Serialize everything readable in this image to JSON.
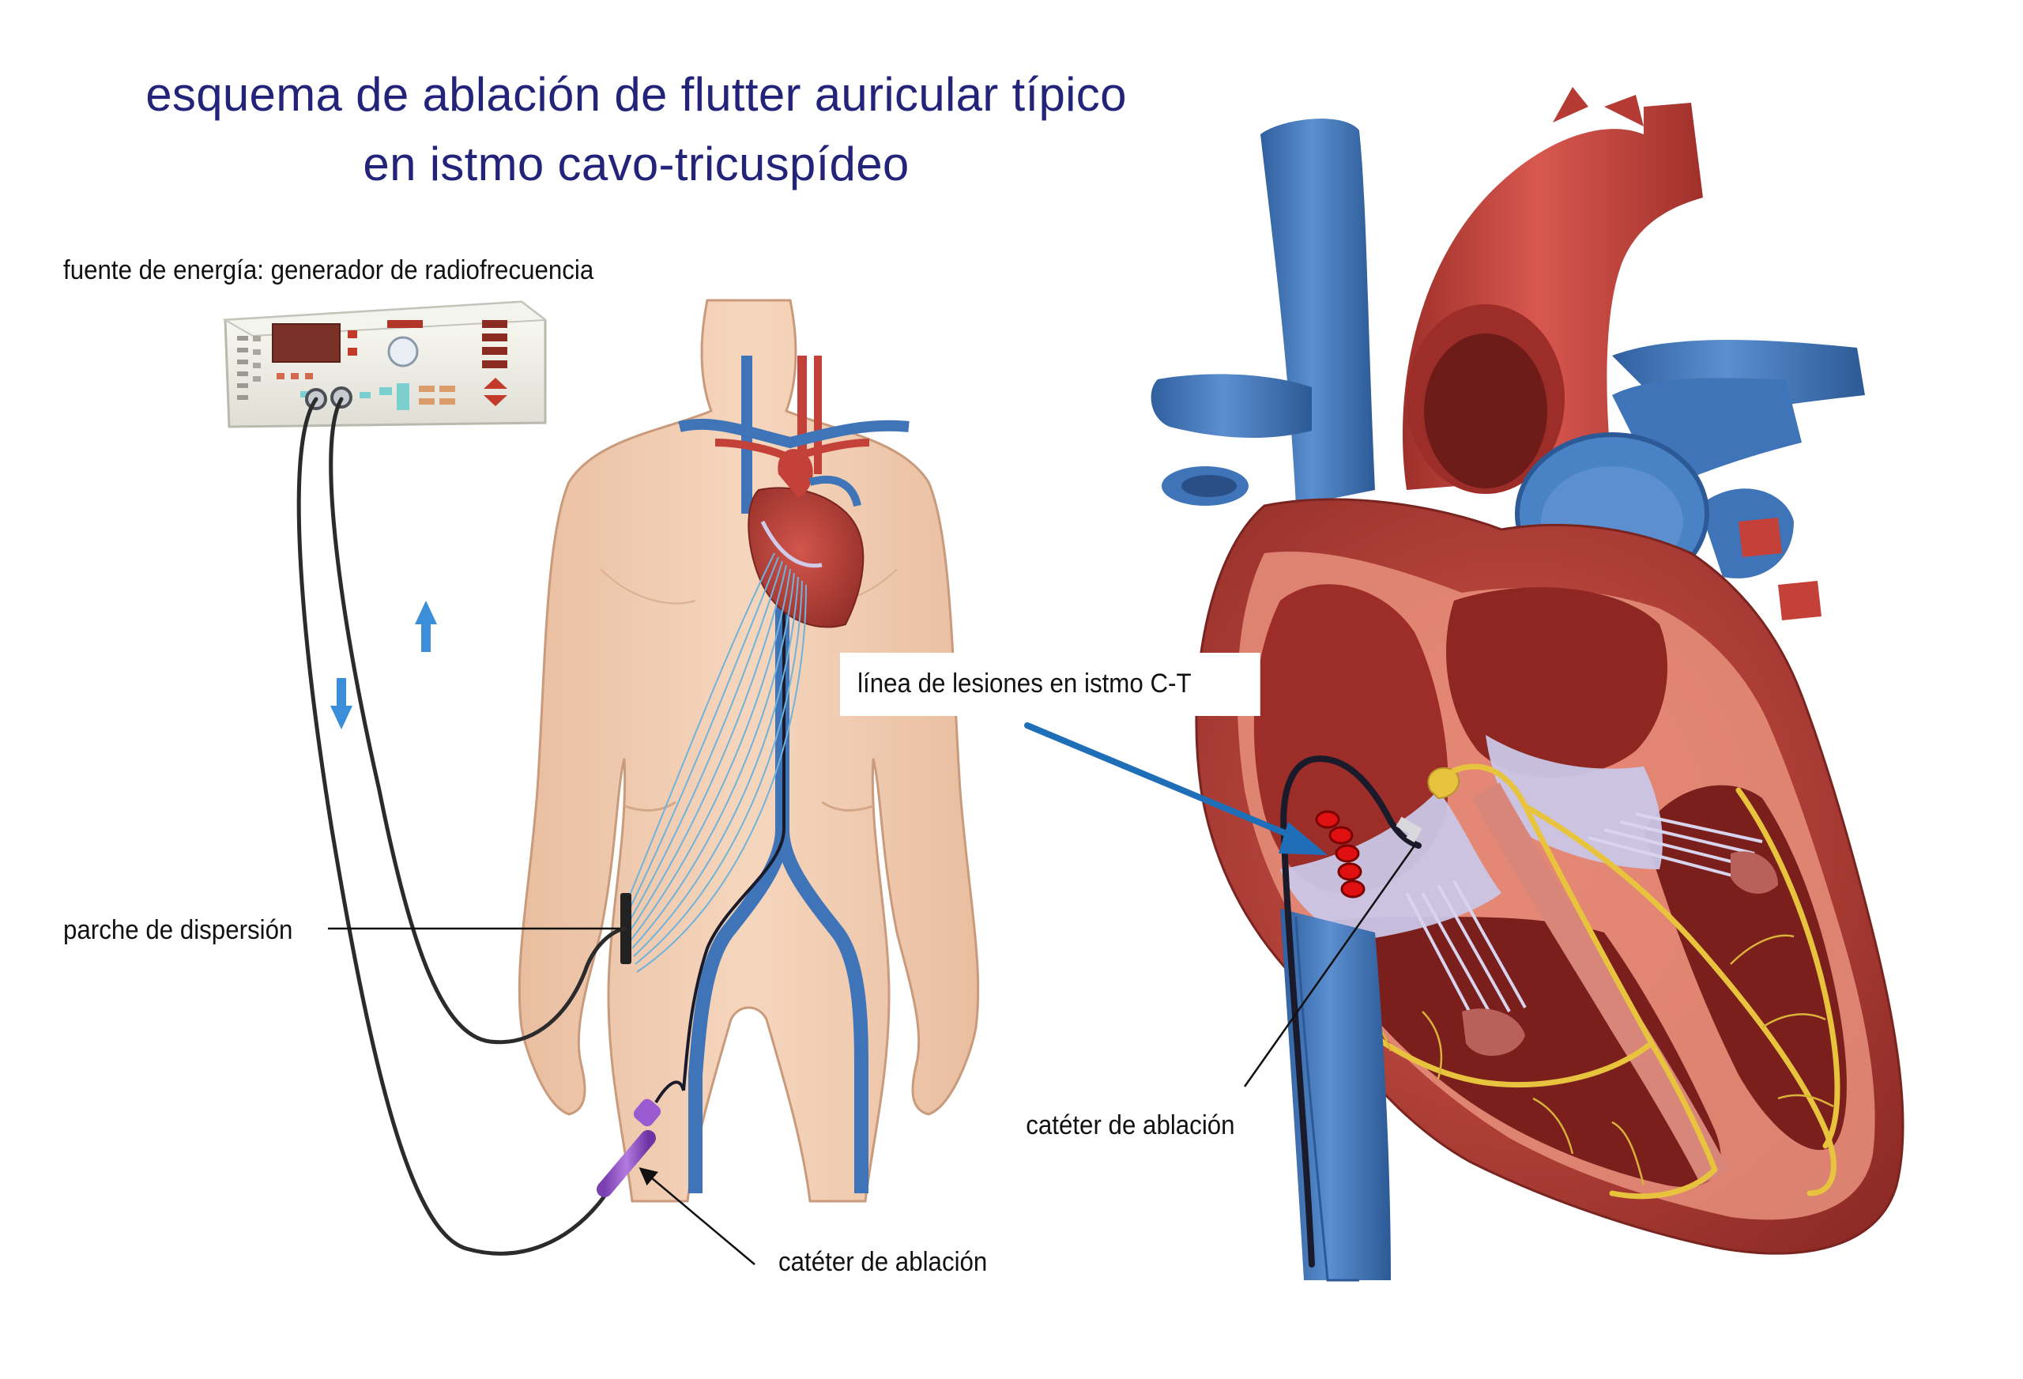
{
  "title": {
    "line1": "esquema de ablación de flutter auricular típico",
    "line2": "en istmo cavo-tricuspídeo"
  },
  "labels": {
    "energy_source": "fuente de energía: generador de radiofrecuencia",
    "dispersion_patch": "parche de dispersión",
    "catheter_body": "catéter de ablación",
    "lesion_line": "línea de lesiones en istmo C-T",
    "catheter_heart": "catéter de ablación"
  },
  "colors": {
    "title": "#23237a",
    "vein_blue": "#3f74b8",
    "artery_red": "#c4413a",
    "skin": "#f2cfb3",
    "myocardium": "#b83b33",
    "valve_lilac": "#c9c6e6",
    "conduction_yellow": "#e8c43e",
    "lesion_red": "#e01010",
    "pointer_blue": "#1f6fb8",
    "current_arrow_blue": "#3a8fd8"
  }
}
